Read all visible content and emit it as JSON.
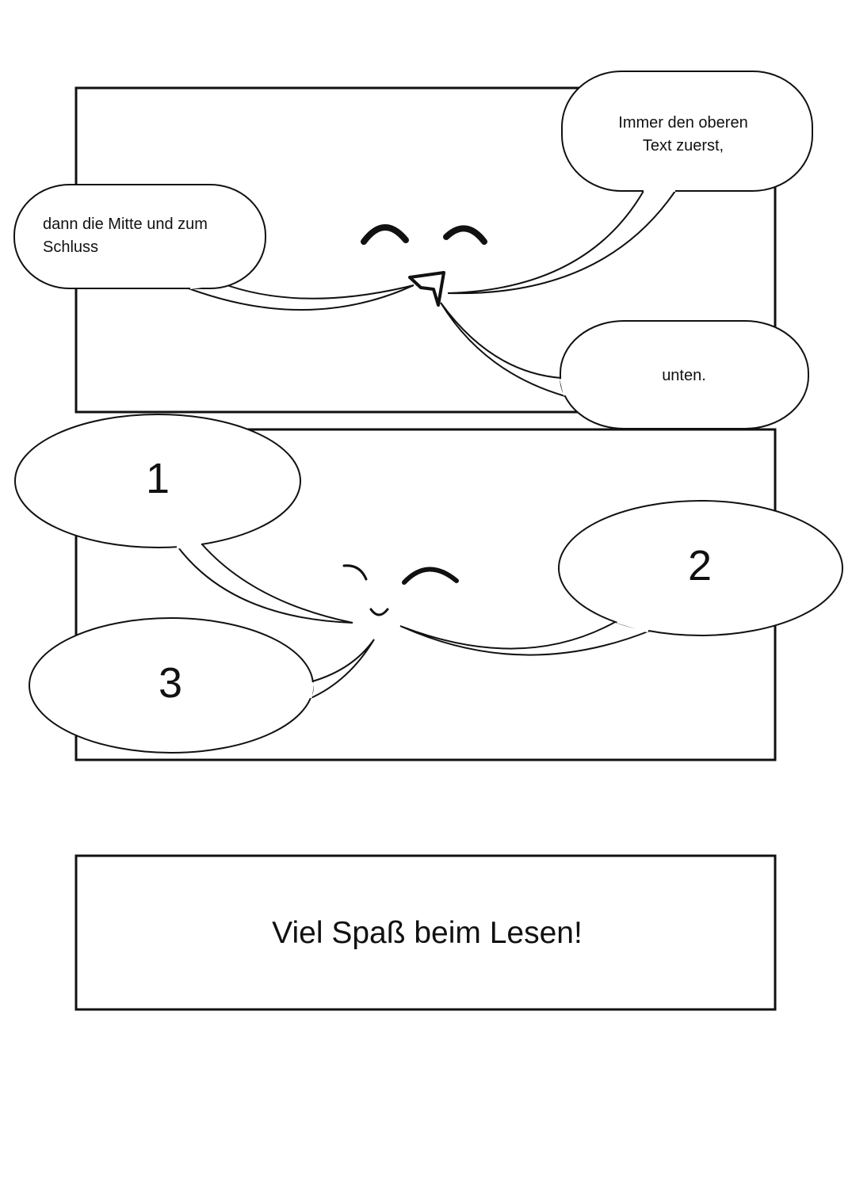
{
  "panel1": {
    "bubble_top_right": {
      "line1": "Immer den oberen",
      "line2": "Text zuerst,"
    },
    "bubble_left": {
      "line1": "dann die Mitte und zum",
      "line2": "Schluss"
    },
    "bubble_bottom_right": {
      "text": "unten."
    }
  },
  "panel2": {
    "bubble_1": "1",
    "bubble_2": "2",
    "bubble_3": "3"
  },
  "panel3": {
    "closing_text": "Viel Spaß beim Lesen!"
  }
}
